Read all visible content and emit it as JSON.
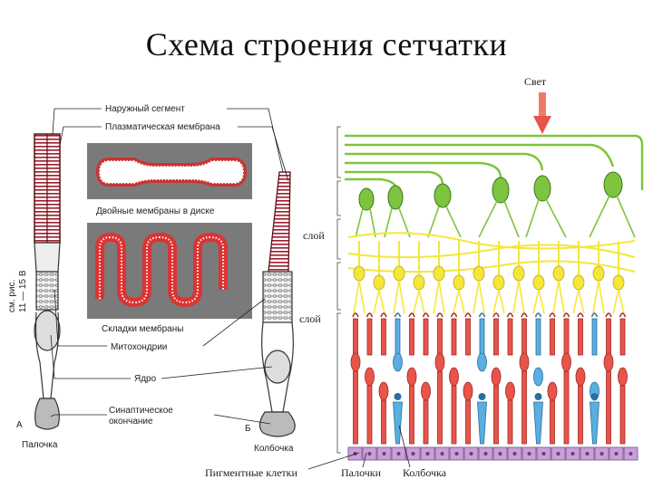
{
  "title": "Схема строения сетчатки",
  "left_diagram": {
    "labels": {
      "outer_segment": "Наружный сегмент",
      "plasma_membrane": "Плазматическая мембрана",
      "double_membranes": "Двойные мембраны в диске",
      "membrane_folds": "Складки мембраны",
      "mitochondria": "Митохондрии",
      "nucleus": "Ядро",
      "synaptic_ending_1": "Синаптическое",
      "synaptic_ending_2": "окончание",
      "rod": "Палочка",
      "cone": "Колбочка",
      "letter_a": "А",
      "letter_b": "Б",
      "scale_1": "см. рис.",
      "scale_2": "11 — 15 В"
    }
  },
  "right_diagram": {
    "light": "Свет",
    "layer_1": "слой",
    "layer_2": "слой",
    "pigment_cells": "Пигментные клетки",
    "rods": "Палочки",
    "cone": "Колбочка"
  },
  "colors": {
    "rod_red": "#e8544a",
    "rod_dark": "#8b1c22",
    "cone_blue": "#5aaee0",
    "ganglion_green": "#7ec43e",
    "bipolar_yellow": "#f5e63a",
    "pigment_purple": "#c8a0d8",
    "light_arrow": "#f07a6a",
    "panel_gray": "#7a7a7a"
  }
}
